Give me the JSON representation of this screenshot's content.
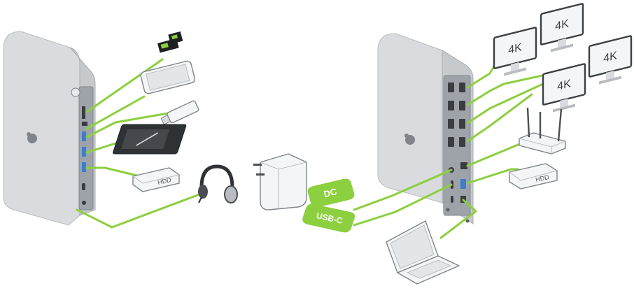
{
  "colors": {
    "cable": "#8ccf3f",
    "cable_outline": "#5e9a2a",
    "dock_body": "#d9dbde",
    "dock_shadow": "#b9bcc0",
    "port_panel": "#9ea3a9",
    "usb_blue": "#3a7fd0",
    "device_white": "#f4f5f6",
    "device_outline": "#7f858b",
    "monitor_frame": "#3c3f43",
    "label_bg": "#8ccf3f",
    "label_text": "#ffffff"
  },
  "front_dock": {
    "devices": {
      "sd_cards": "sd-card-icon",
      "phone": "smartphone-icon",
      "usb_stick": "usb-stick-icon",
      "tablet": "drawing-tablet-icon",
      "hdd": "HDD",
      "headphones": "headphones-icon"
    }
  },
  "rear_dock": {
    "monitors": [
      "4K",
      "4K",
      "4K",
      "4K"
    ],
    "router": "router-icon",
    "hdd": "HDD",
    "laptop": "laptop-icon",
    "power_adapter": "power-adapter-icon",
    "labels": {
      "dc": "DC",
      "usbc": "USB-C"
    }
  }
}
